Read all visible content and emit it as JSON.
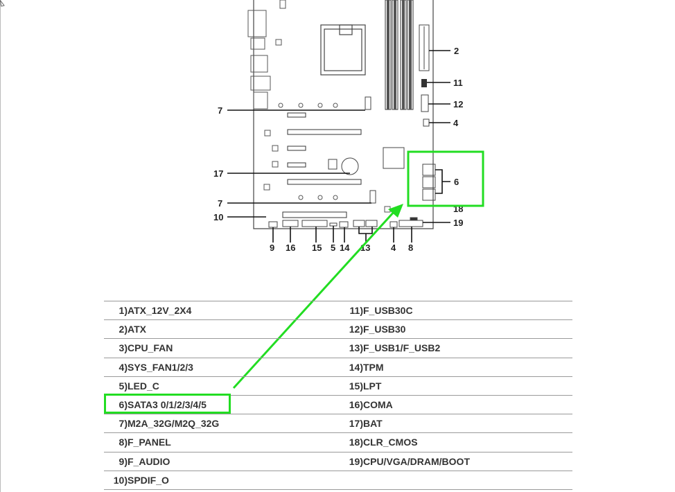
{
  "diagram": {
    "callouts": {
      "c2": "2",
      "c11": "11",
      "c12": "12",
      "c4a": "4",
      "c6": "6",
      "c18": "18",
      "c19": "19",
      "c7a": "7",
      "c17": "17",
      "c7b": "7",
      "c10": "10",
      "b9": "9",
      "b16": "16",
      "b15": "15",
      "b5": "5",
      "b14": "14",
      "b13": "13",
      "b4": "4",
      "b8": "8"
    },
    "highlight_color": "#22dd22"
  },
  "legend": {
    "rows": [
      {
        "n1": "1)",
        "name1": "ATX_12V_2X4",
        "n2": "11)",
        "name2": "F_USB30C"
      },
      {
        "n1": "2)",
        "name1": "ATX",
        "n2": "12)",
        "name2": "F_USB30"
      },
      {
        "n1": "3)",
        "name1": "CPU_FAN",
        "n2": "13)",
        "name2": "F_USB1/F_USB2"
      },
      {
        "n1": "4)",
        "name1": "SYS_FAN1/2/3",
        "n2": "14)",
        "name2": "TPM"
      },
      {
        "n1": "5)",
        "name1": "LED_C",
        "n2": "15)",
        "name2": "LPT"
      },
      {
        "n1": "6)",
        "name1": "SATA3 0/1/2/3/4/5",
        "n2": "16)",
        "name2": "COMA"
      },
      {
        "n1": "7)",
        "name1": "M2A_32G/M2Q_32G",
        "n2": "17)",
        "name2": "BAT"
      },
      {
        "n1": "8)",
        "name1": "F_PANEL",
        "n2": "18)",
        "name2": "CLR_CMOS"
      },
      {
        "n1": "9)",
        "name1": "F_AUDIO",
        "n2": "19)",
        "name2": "CPU/VGA/DRAM/BOOT"
      },
      {
        "n1": "10)",
        "name1": "SPDIF_O",
        "n2": "",
        "name2": ""
      }
    ]
  }
}
